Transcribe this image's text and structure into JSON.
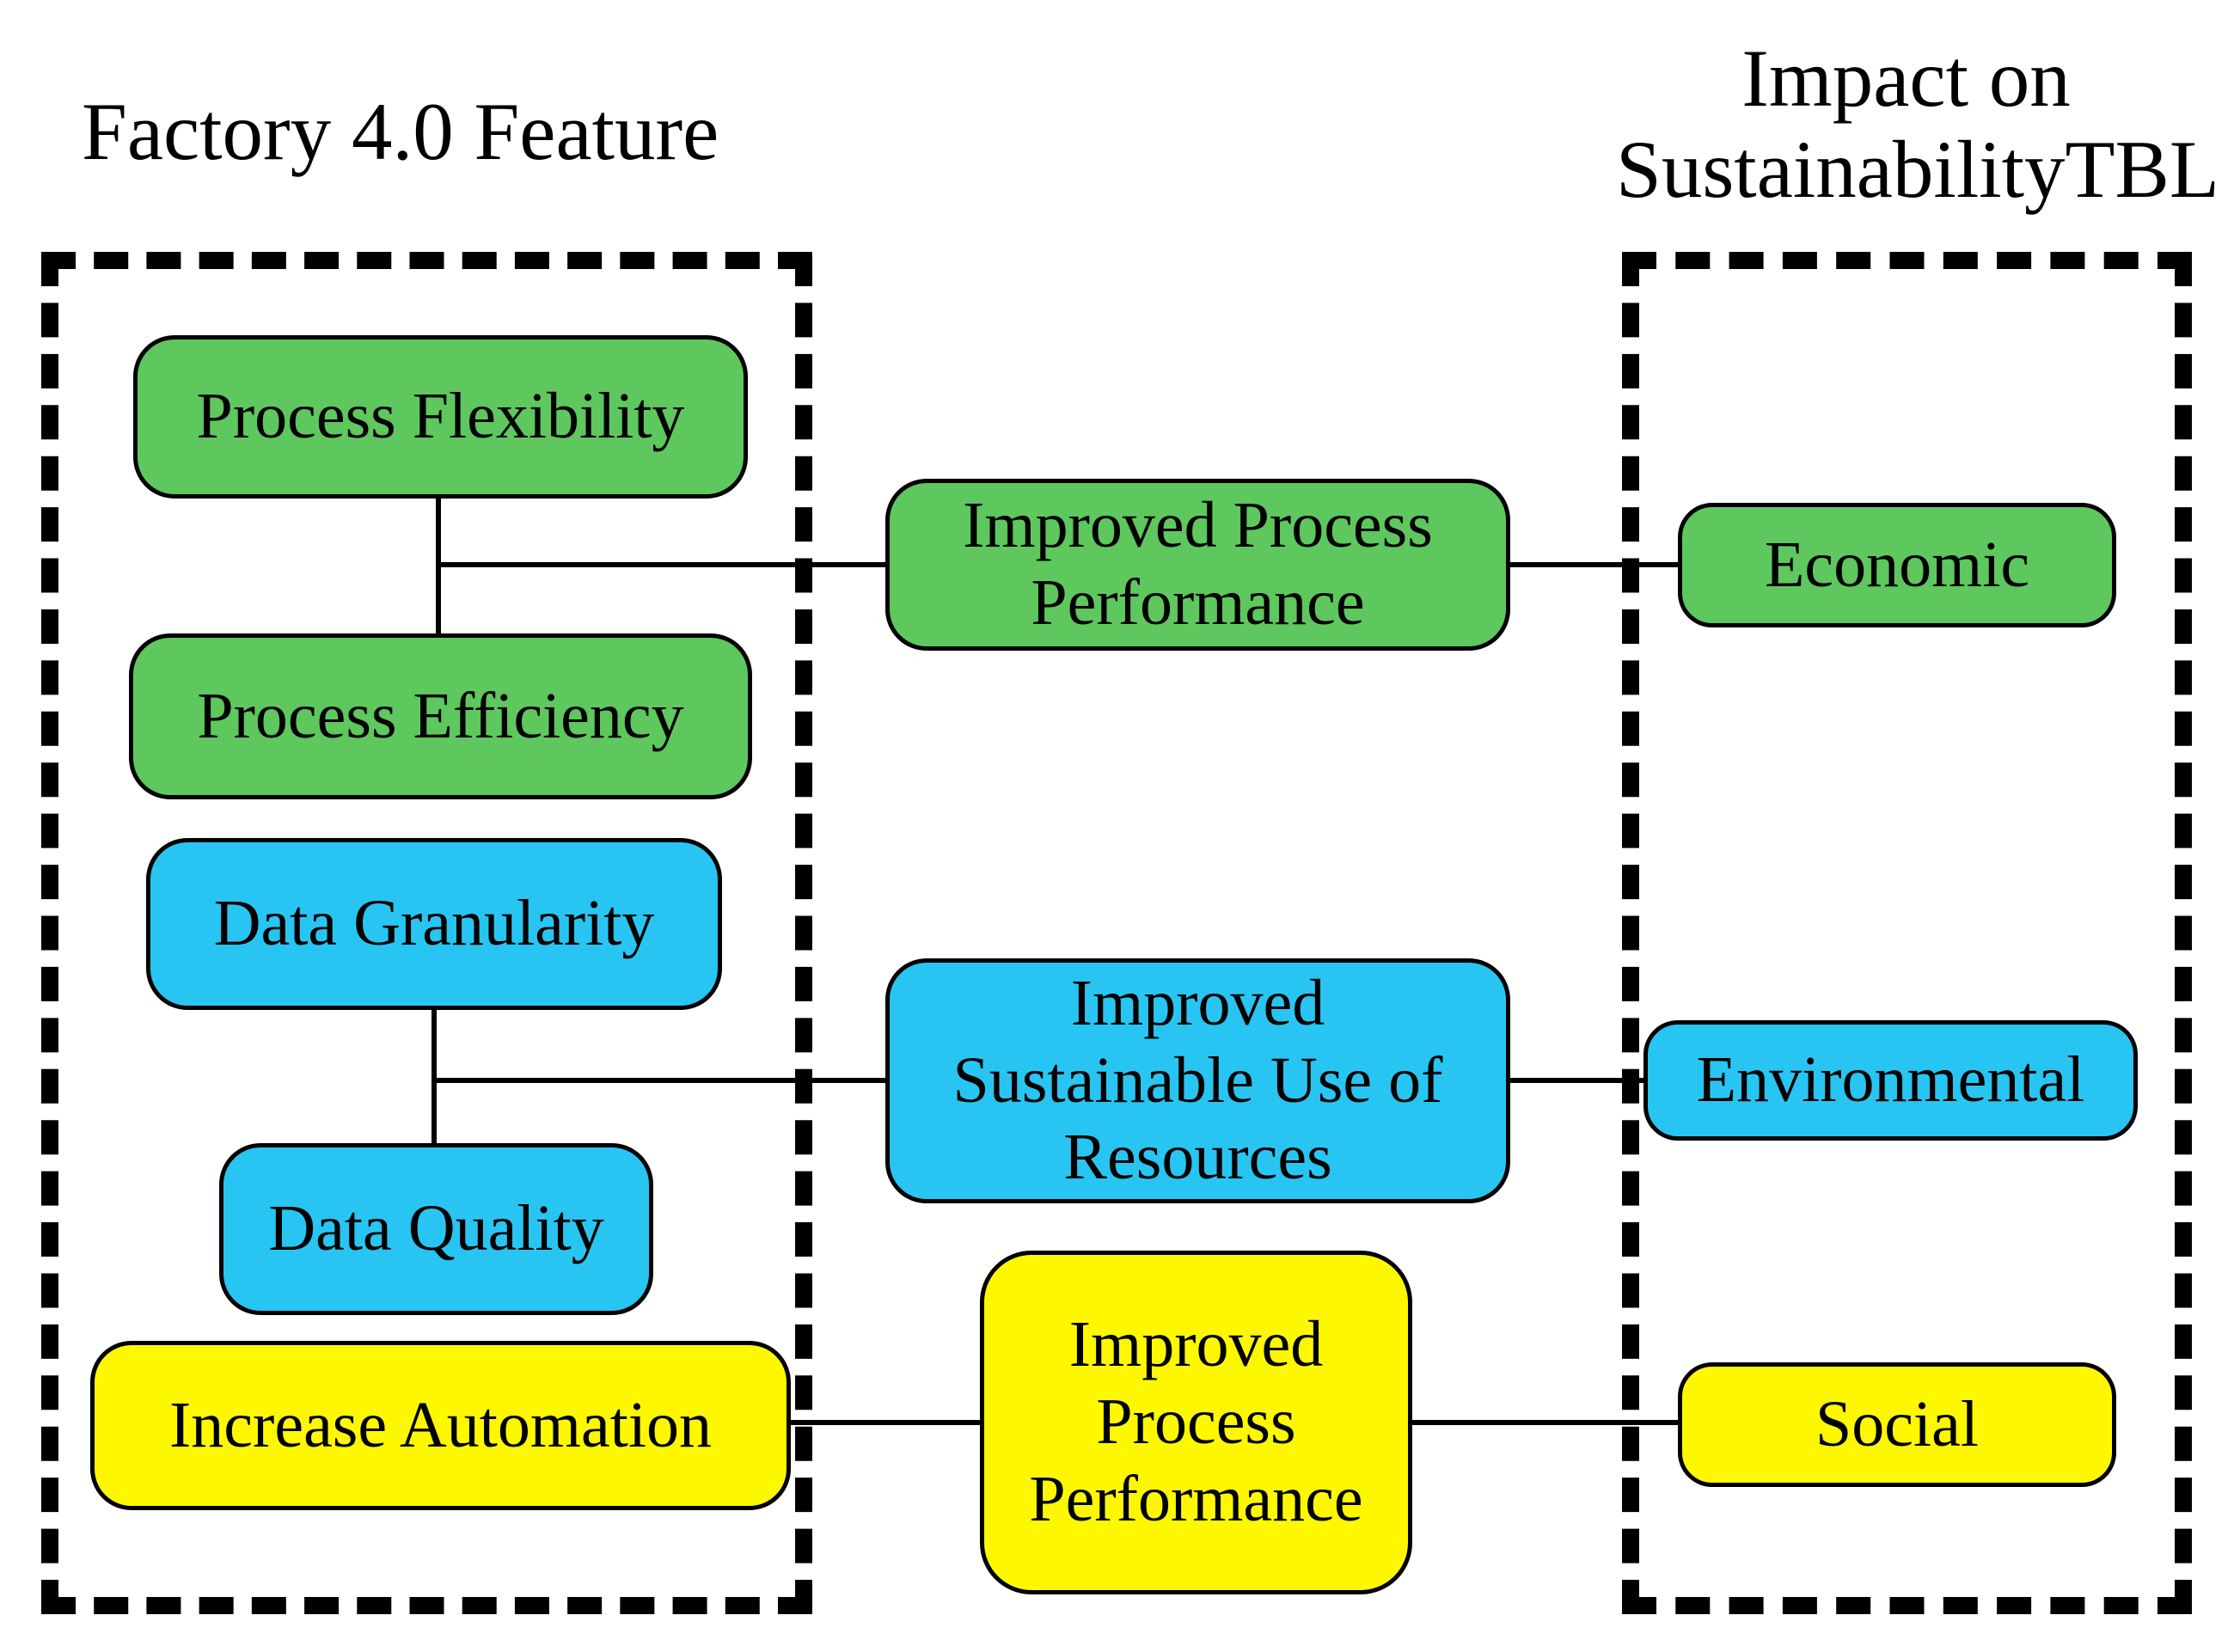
{
  "titles": {
    "left": "Factory 4.0 Feature",
    "right": [
      "Impact on",
      "SustainabilityTBL"
    ]
  },
  "colors": {
    "economic_green": "#5ec75e",
    "environmental_cyan": "#29c5f2",
    "social_yellow": "#fdf800",
    "line_black": "#000000",
    "background": "#ffffff"
  },
  "groups": [
    {
      "id": "factory",
      "title": "Factory 4.0 Feature"
    },
    {
      "id": "tbl",
      "title": "Impact on SustainabilityTBL"
    }
  ],
  "nodes": [
    {
      "id": "process-flexibility",
      "label": "Process Flexibility",
      "color": "#5ec75e",
      "group": "factory"
    },
    {
      "id": "process-efficiency",
      "label": "Process Efficiency",
      "color": "#5ec75e",
      "group": "factory"
    },
    {
      "id": "data-granularity",
      "label": "Data Granularity",
      "color": "#29c5f2",
      "group": "factory"
    },
    {
      "id": "data-quality",
      "label": "Data Quality",
      "color": "#29c5f2",
      "group": "factory"
    },
    {
      "id": "increase-automation",
      "label": "Increase Automation",
      "color": "#fdf800",
      "group": "factory"
    },
    {
      "id": "improved-process-performance-economic",
      "label": "Improved Process Performance",
      "lines": [
        "Improved Process",
        "Performance"
      ],
      "color": "#5ec75e",
      "group": "intermediate"
    },
    {
      "id": "improved-sustainable-use-of-resources",
      "label": "Improved Sustainable Use of Resources",
      "lines": [
        "Improved",
        "Sustainable Use of",
        "Resources"
      ],
      "color": "#29c5f2",
      "group": "intermediate"
    },
    {
      "id": "improved-process-performance-social",
      "label": "Improved Process Performance",
      "lines": [
        "Improved",
        "Process",
        "Performance"
      ],
      "color": "#fdf800",
      "group": "intermediate"
    },
    {
      "id": "economic",
      "label": "Economic",
      "color": "#5ec75e",
      "group": "tbl"
    },
    {
      "id": "environmental",
      "label": "Environmental",
      "color": "#29c5f2",
      "group": "tbl"
    },
    {
      "id": "social",
      "label": "Social",
      "color": "#fdf800",
      "group": "tbl"
    }
  ],
  "edges": [
    {
      "from": [
        "Process Flexibility",
        "Process Efficiency"
      ],
      "to": "Improved Process Performance"
    },
    {
      "from": [
        "Improved Process Performance"
      ],
      "to": "Economic"
    },
    {
      "from": [
        "Data Granularity",
        "Data Quality"
      ],
      "to": "Improved Sustainable Use of Resources"
    },
    {
      "from": [
        "Improved Sustainable Use of Resources"
      ],
      "to": "Environmental"
    },
    {
      "from": [
        "Increase Automation"
      ],
      "to": "Improved Process Performance"
    },
    {
      "from": [
        "Improved Process Performance"
      ],
      "to": "Social"
    }
  ]
}
